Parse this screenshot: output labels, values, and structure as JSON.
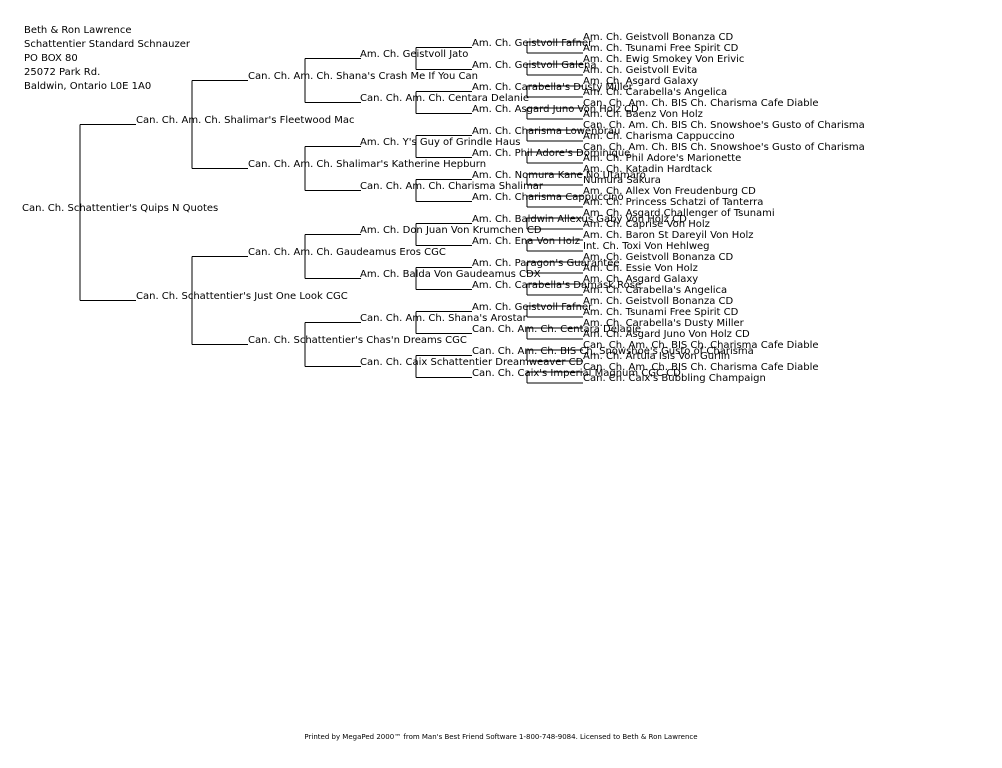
{
  "owner": {
    "lines": [
      "Beth & Ron Lawrence",
      "Schattentier Standard Schnauzer",
      "PO BOX 80",
      "25072 Park Rd.",
      "Baldwin, Ontario L0E 1A0"
    ]
  },
  "pedigree": {
    "subject": "Can. Ch. Schattentier's Quips N Quotes",
    "sire": "Can. Ch. Am. Ch. Shalimar's Fleetwood Mac",
    "dam": "Can. Ch. Schattentier's Just One Look CGC",
    "grandparents": [
      "Can. Ch. Am. Ch. Shana's Crash Me If You Can",
      "Can. Ch. Am. Ch. Shalimar's Katherine Hepburn",
      "Can. Ch. Am. Ch. Gaudeamus Eros CGC",
      "Can. Ch. Schattentier's Chas'n Dreams CGC"
    ],
    "great_grandparents": [
      "Am. Ch. Geistvoll Jato",
      "Can. Ch. Am. Ch. Centara Delanie",
      "Am. Ch. Y's Guy of Grindle Haus",
      "Can. Ch. Am. Ch. Charisma Shalimar",
      "Am. Ch. Don Juan Von Krumchen CD",
      "Am. Ch. Balda Von Gaudeamus CDX",
      "Can. Ch. Am. Ch. Shana's Arostar",
      "Can. Ch. Caix Schattentier Dreamweaver CD"
    ],
    "gen4": [
      "Am. Ch. Geistvoll Fafner",
      "Am. Ch. Geistvoll Galena",
      "Am. Ch. Carabella's Dusty Miller",
      "Am. Ch. Asgard Juno Von Holz CD",
      "Am. Ch. Charisma Lowenbrau",
      "Am. Ch. Phil Adore's Dominique",
      "Am. Ch. Nomura Kane No Utamaro",
      "Am. Ch. Charisma Cappuccino",
      "Am. Ch. Baldwin Allexus Gaby Von Holz CD",
      "Am. Ch. Ena Von Holz",
      "Am. Ch. Paragon's Guarantee",
      "Am. Ch. Carabella's Damask Rose",
      "Am. Ch. Geistvoll Fafner",
      "Can. Ch. Am. Ch. Centara Delanie",
      "Can. Ch. Am. Ch. BIS Ch. Snowshoe's Gusto of Charisma",
      "Can. Ch. Caix's Imperial Magnum CGC CD"
    ],
    "gen5": [
      "Am. Ch. Geistvoll Bonanza CD",
      "Am. Ch. Tsunami Free Spirit CD",
      "Am. Ch. Ewig Smokey Von Erivic",
      "Am. Ch. Geistvoll Evita",
      "Am. Ch. Asgard Galaxy",
      "Am. Ch. Carabella's Angelica",
      "Can. Ch. Am. Ch. BIS Ch. Charisma Cafe Diable",
      "Am. Ch. Baenz Von Holz",
      "Can. Ch. Am. Ch. BIS Ch. Snowshoe's Gusto of Charisma",
      "Am. Ch. Charisma Cappuccino",
      "Can. Ch. Am. Ch. BIS Ch. Snowshoe's Gusto of Charisma",
      "Am. Ch. Phil Adore's Marionette",
      "Am. Ch. Katadin Hardtack",
      "Numura Sakura",
      "Am. Ch. Allex Von Freudenburg CD",
      "Am. Ch. Princess Schatzi of Tanterra",
      "Am. Ch. Asgard Challenger of Tsunami",
      "Am. Ch. Caprise Von Holz",
      "Am. Ch. Baron St Dareyil Von Holz",
      "Int. Ch. Toxi Von Hehlweg",
      "Am. Ch. Geistvoll Bonanza CD",
      "Am. Ch. Essie Von Holz",
      "Am. Ch. Asgard Galaxy",
      "Am. Ch. Carabella's Angelica",
      "Am. Ch. Geistvoll Bonanza CD",
      "Am. Ch. Tsunami Free Spirit CD",
      "Am. Ch. Carabella's Dusty Miller",
      "Am. Ch. Asgard Juno Von Holz CD",
      "Can. Ch. Am. Ch. BIS Ch. Charisma Cafe Diable",
      "Am. Ch. Artula Isis Von Gurlin",
      "Can. Ch. Am. Ch. BIS Ch. Charisma Cafe Diable",
      "Can. Ch. Caix's Bubbling Champaign"
    ]
  },
  "footer": {
    "text": "Printed by MegaPed 2000™ from Man's Best Friend Software 1-800-748-9084. Licensed to Beth & Ron Lawrence"
  },
  "colors": {
    "lines": "#000000",
    "text": "#000000",
    "background": "#ffffff"
  }
}
